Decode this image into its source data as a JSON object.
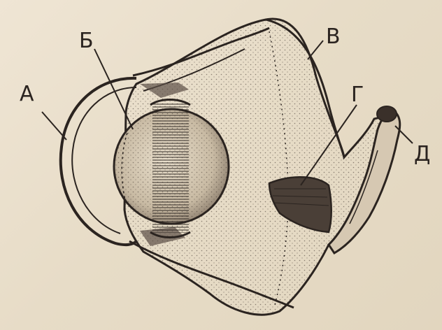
{
  "labels": {
    "a": "А",
    "b": "Б",
    "v": "В",
    "g": "Г",
    "d": "Д"
  },
  "colors": {
    "paper": "#e9dfcc",
    "ink": "#2b2420",
    "shade": "#5b4f46"
  }
}
